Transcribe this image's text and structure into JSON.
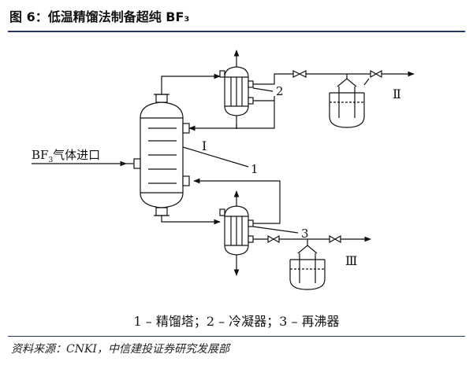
{
  "figure": {
    "title": "图 6：低温精馏法制备超纯 BF₃",
    "inlet_label": "BF",
    "inlet_sub": "3",
    "inlet_tail": "气体进口",
    "callout_1": "1",
    "callout_2": "2",
    "callout_3": "3",
    "roman_I": "I",
    "roman_II": "Ⅱ",
    "roman_III": "Ⅲ",
    "legend": "1 – 精馏塔；2 – 冷凝器；3 – 再沸器",
    "source": "资料来源：CNKI，中信建投证券研究发展部"
  }
}
